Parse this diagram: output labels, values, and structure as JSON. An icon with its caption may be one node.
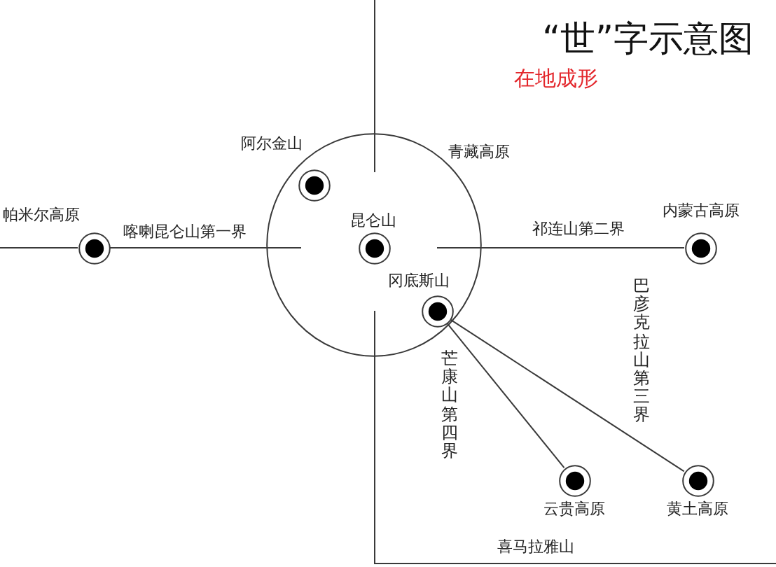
{
  "diagram": {
    "title": "“世”字示意图",
    "nodes": [
      {
        "text": [],
        "shape": "circle",
        "beside": [
          "青藏高原"
        ]
      },
      {
        "text": [],
        "shape": "circle",
        "in": 0,
        "beside": [
          "阿尔金山"
        ]
      },
      {
        "text": [],
        "shape": "circle",
        "beside": [
          "帕米尔高原"
        ]
      },
      {
        "text": [],
        "shape": "circle",
        "in": 0,
        "beside": [
          "昆仑山"
        ]
      },
      {
        "text": [],
        "shape": "circle",
        "beside": [
          "内蒙古高原"
        ]
      },
      {
        "text": [],
        "shape": "circle",
        "in": 0,
        "beside": [
          "冈底斯山"
        ]
      },
      {
        "text": [],
        "shape": "circle",
        "beside": [
          "云贵高原"
        ]
      },
      {
        "text": [],
        "shape": "circle",
        "beside": [
          "黄土高原"
        ]
      }
    ],
    "edges": [
      {
        "from": null,
        "to": 2,
        "arrow": "none"
      },
      {
        "from": 2,
        "to": null,
        "arrow": "none",
        "label": "喀喇昆仑山第一界"
      },
      {
        "from": null,
        "to": 4,
        "arrow": "none",
        "label": "祁连山第二界"
      },
      {
        "from": 5,
        "to": 7,
        "arrow": "none",
        "label": "巴彦克拉山第三界"
      },
      {
        "from": 5,
        "to": 6,
        "arrow": "none",
        "label": "芒康山第四界"
      }
    ],
    "labels": [
      "在地成形",
      "喜马拉雅山"
    ]
  }
}
